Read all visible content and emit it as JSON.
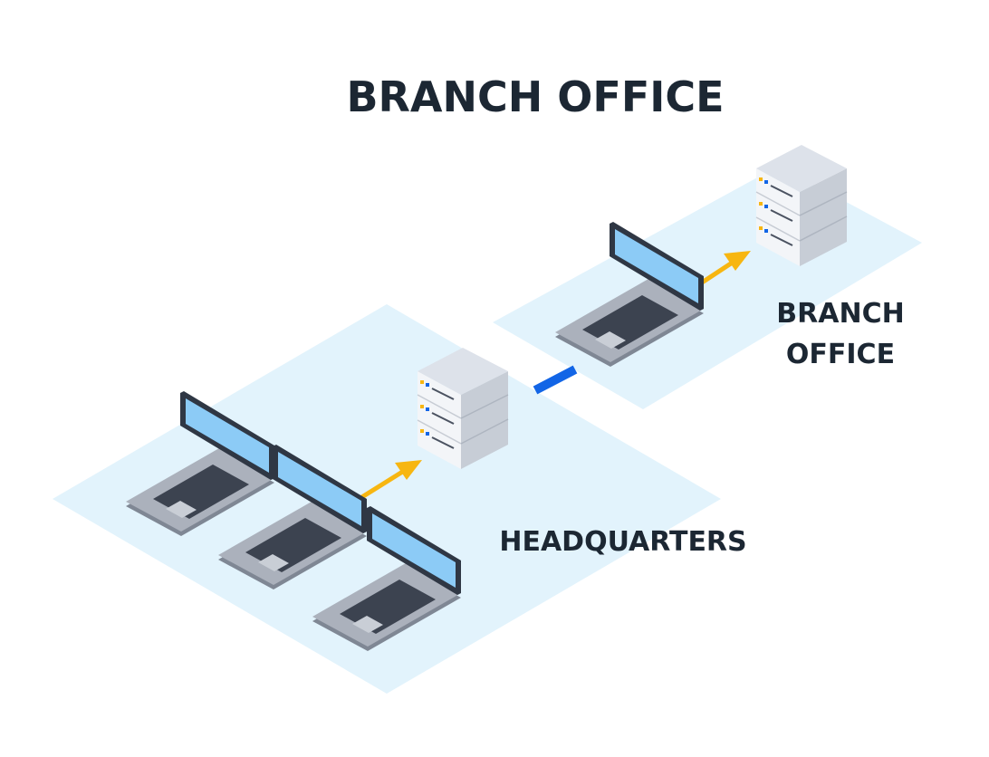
{
  "title": "BRANCH OFFICE",
  "zones": {
    "headquarters": {
      "label": "HEADQUARTERS"
    },
    "branch": {
      "label_line1": "BRANCH",
      "label_line2": "OFFICE"
    }
  },
  "icons": {
    "laptop": "laptop-icon",
    "server": "server-icon",
    "arrow": "arrow-icon",
    "link": "network-link"
  },
  "colors": {
    "zone_fill": "#e2f3fc",
    "screen": "#8ccbf6",
    "laptop_body": "#aab0bb",
    "server_body": "#dde2ea",
    "arrow": "#f7b611",
    "link": "#1265e6",
    "text": "#1c2733"
  }
}
